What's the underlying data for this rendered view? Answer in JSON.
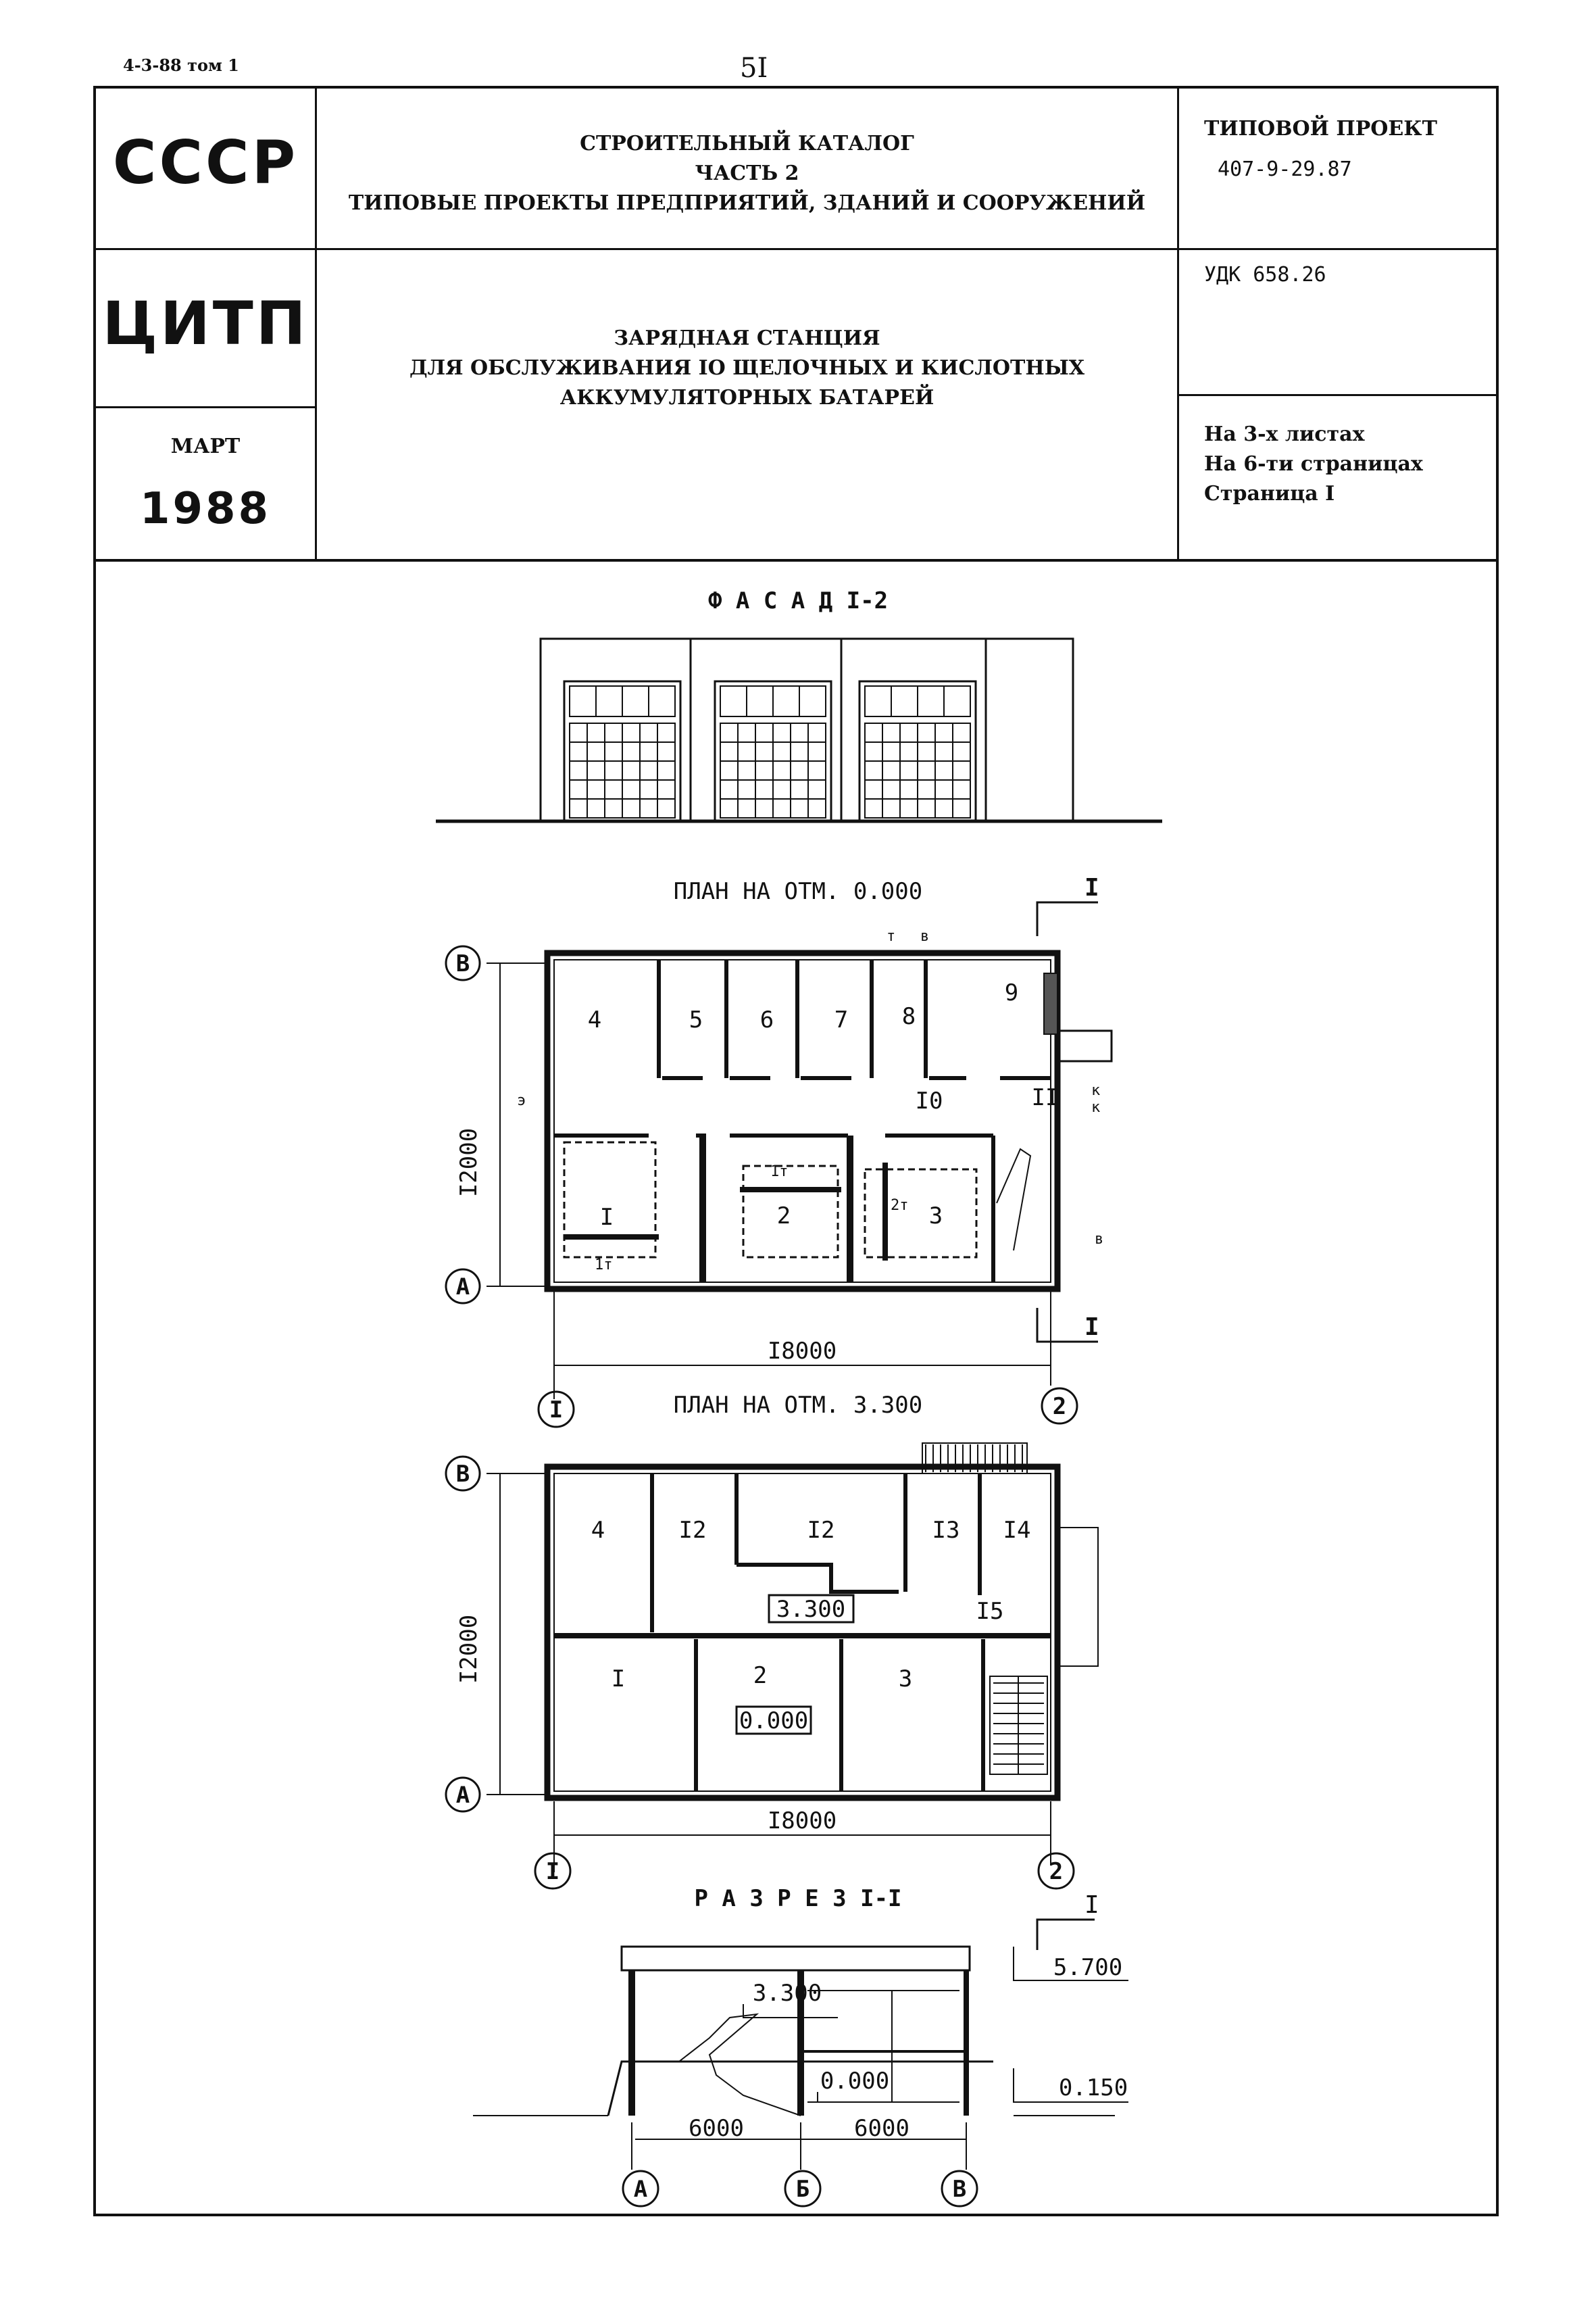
{
  "page": {
    "top_note": "4-3-88 том 1",
    "page_number": "5I"
  },
  "header": {
    "org1": "СССР",
    "org2": "ЦИТП",
    "month": "МАРТ",
    "year": "1988",
    "catalog_lines": [
      "СТРОИТЕЛЬНЫЙ КАТАЛОГ",
      "ЧАСТЬ 2",
      "ТИПОВЫЕ ПРОЕКТЫ ПРЕДПРИЯТИЙ, ЗДАНИЙ И СООРУЖЕНИЙ"
    ],
    "project_label": "ТИПОВОЙ ПРОЕКТ",
    "project_code": "407-9-29.87",
    "udk": "УДК 658.26",
    "title_lines": [
      "ЗАРЯДНАЯ СТАНЦИЯ",
      "ДЛЯ ОБСЛУЖИВАНИЯ IO ЩЕЛОЧНЫХ И КИСЛОТНЫХ",
      "АККУМУЛЯТОРНЫХ БАТАРЕЙ"
    ],
    "sheets_lines": [
      "На 3-х листах",
      "На 6-ти страницах",
      "Страница I"
    ]
  },
  "drawings": {
    "facade_title": "Ф А С А Д  I-2",
    "plan1_title": "ПЛАН НА ОТМ. 0.000",
    "plan2_title": "ПЛАН НА ОТМ. 3.300",
    "section_title": "Р А З Р Е З  I-I",
    "axis_labels": [
      "В",
      "А",
      "I",
      "2",
      "Б"
    ],
    "dim_12000": "I2000",
    "dim_18000": "I8000",
    "dim_6000": "6000",
    "cut_mark": "I",
    "plan1_rooms": [
      "4",
      "5",
      "6",
      "7",
      "8",
      "9",
      "I0",
      "II",
      "I",
      "2",
      "3"
    ],
    "plan1_marks": [
      "1т",
      "1т",
      "2т",
      "э",
      "в",
      "т",
      "в",
      "к",
      "к"
    ],
    "plan2_rooms": [
      "4",
      "I2",
      "I2",
      "I3",
      "I4",
      "I5",
      "I",
      "2",
      "3"
    ],
    "plan2_levels": [
      "3.300",
      "0.000"
    ],
    "section_levels": [
      "5.700",
      "3.300",
      "0.000",
      "0.150"
    ]
  }
}
